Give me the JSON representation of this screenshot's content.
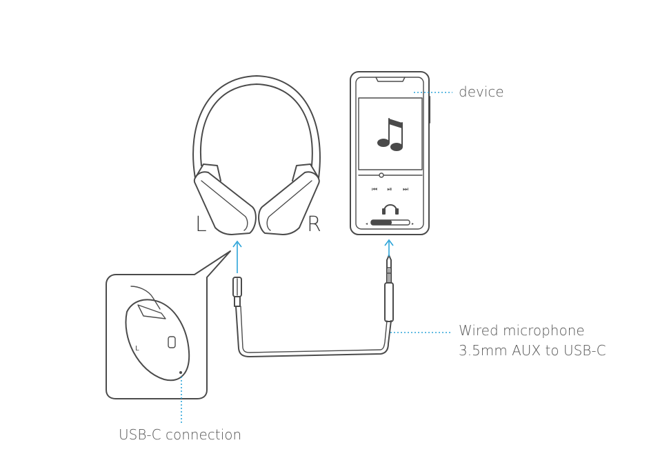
{
  "labels": {
    "device": "device",
    "wired_line1": "Wired microphone",
    "wired_line2": "3.5mm AUX to USB-C",
    "usbc": "USB-C connection",
    "left": "L",
    "right": "R"
  },
  "colors": {
    "line": "#4a4a4a",
    "accent": "#2aa3d8",
    "text": "#555555"
  },
  "icons": [
    "headphones-icon",
    "smartphone-icon",
    "music-note-icon",
    "cable-icon",
    "earcup-closeup-icon"
  ]
}
